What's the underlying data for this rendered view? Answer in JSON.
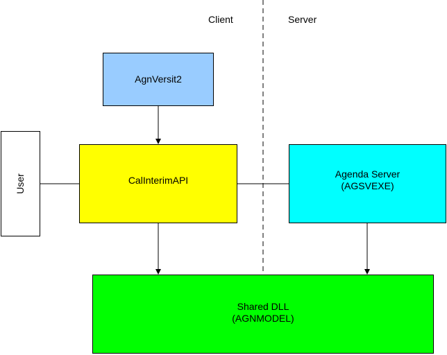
{
  "labels": {
    "client": "Client",
    "server": "Server"
  },
  "nodes": {
    "agnversit": {
      "label": "AgnVersit2",
      "color": "#99ccff"
    },
    "user": {
      "label": "User",
      "color": "#ffffff"
    },
    "calinterim": {
      "label": "CalInterimAPI",
      "color": "#ffff00"
    },
    "agenda_server": {
      "line1": "Agenda Server",
      "line2": "(AGSVEXE)",
      "color": "#00ffff"
    },
    "shared_dll": {
      "line1": "Shared DLL",
      "line2": "(AGNMODEL)",
      "color": "#00ff00"
    }
  }
}
